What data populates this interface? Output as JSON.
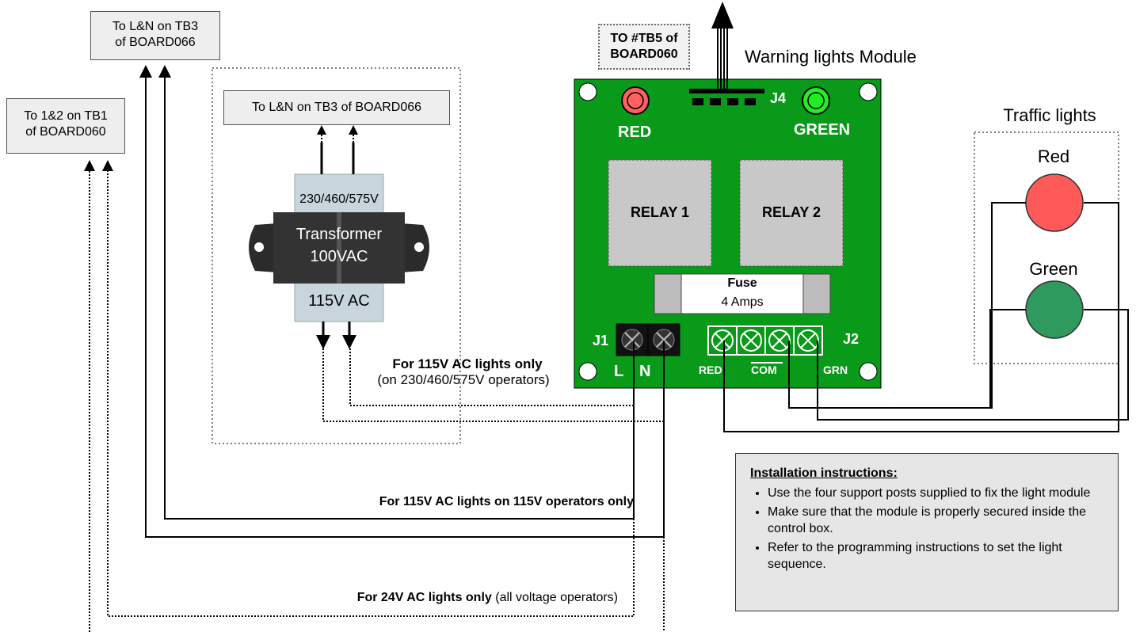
{
  "labels": {
    "tb3_top": [
      "To L&N on TB3",
      "of BOARD066"
    ],
    "tb1": [
      "To 1&2 on TB1",
      "of BOARD060"
    ],
    "tb3_inner": "To L&N on TB3 of BOARD066",
    "tb5": [
      "TO #TB5 of",
      "BOARD060"
    ],
    "module_title": "Warning lights Module",
    "traffic_title": "Traffic lights",
    "red_lamp": "Red",
    "green_lamp": "Green"
  },
  "transformer": {
    "top_voltage": "230/460/575V",
    "name": "Transformer",
    "rating": "100VAC",
    "bottom_voltage": "115V AC"
  },
  "pcb": {
    "red_led": "RED",
    "green_led": "GREEN",
    "j4": "J4",
    "relay1": "RELAY 1",
    "relay2": "RELAY 2",
    "fuse_title": "Fuse",
    "fuse_rating": "4 Amps",
    "j1": "J1",
    "j2": "J2",
    "l": "L",
    "n": "N",
    "j2_red": "RED",
    "j2_com": "COM",
    "j2_grn": "GRN"
  },
  "wiring_notes": {
    "n115_bold": "For 115V AC lights only",
    "n115_sub": "(on 230/460/575V operators)",
    "n115_operators": "For 115V AC lights on 115V operators only",
    "n24_bold": "For 24V AC lights only",
    "n24_sub": "(all voltage operators)"
  },
  "instructions": {
    "title": "Installation instructions:",
    "items": [
      "Use the four support posts supplied to fix the light module",
      "Make sure that the module is properly secured inside the control box.",
      "Refer to the programming instructions to set the light sequence."
    ]
  },
  "colors": {
    "pcb_green": "#0a9a1a",
    "relay_gray": "#c8c8c8",
    "red_lamp": "#ff5a5a",
    "green_lamp": "#2e9a5e",
    "red_led": "#ff6060",
    "green_led": "#22ee22"
  }
}
